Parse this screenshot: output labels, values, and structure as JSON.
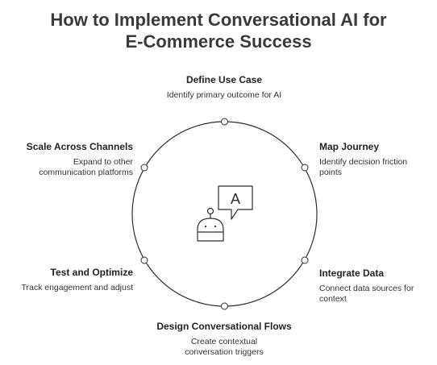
{
  "title_lines": [
    "How to Implement Conversational AI for",
    "E-Commerce Success"
  ],
  "steps": [
    {
      "name": "Define Use Case",
      "desc": "Identify primary outcome for AI"
    },
    {
      "name": "Map Journey",
      "desc": "Identify decision friction points"
    },
    {
      "name": "Integrate Data",
      "desc": "Connect data sources for context"
    },
    {
      "name": "Design Conversational Flows",
      "desc": "Create contextual conversation triggers"
    },
    {
      "name": "Test and Optimize",
      "desc": "Track engagement and adjust"
    },
    {
      "name": "Scale Across Channels",
      "desc": "Expand to other communication platforms"
    }
  ],
  "center_icon": {
    "name": "chatbot-icon",
    "bubble_letter": "A"
  }
}
